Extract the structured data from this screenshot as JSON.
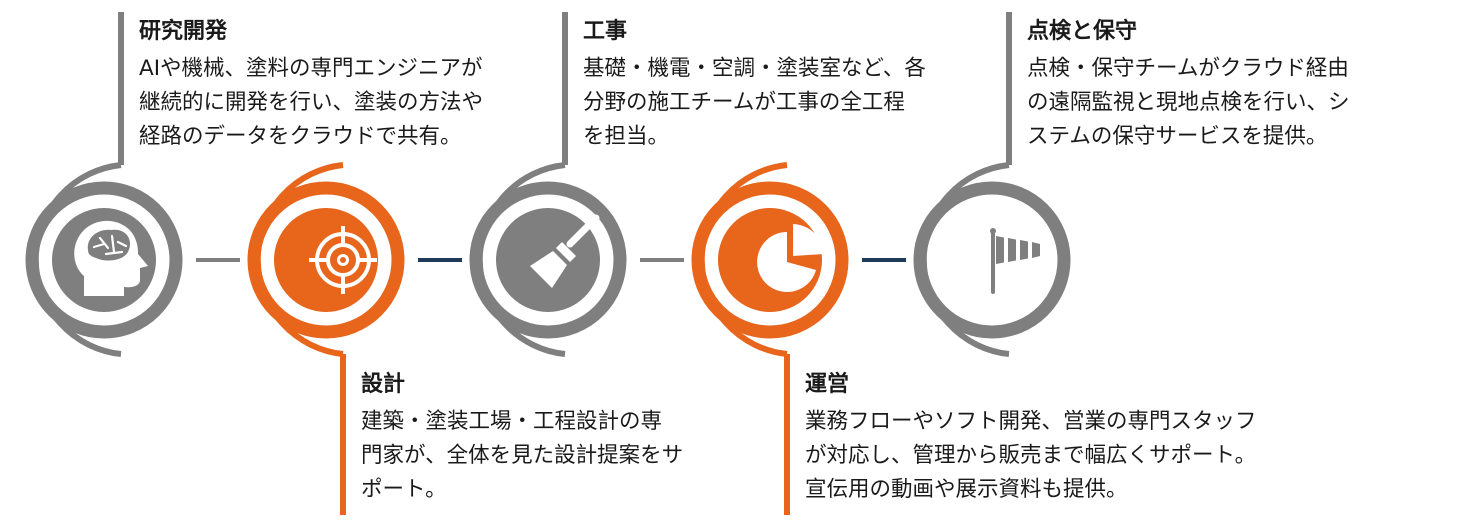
{
  "stages": [
    {
      "title": "研究開発",
      "desc": "AIや機械、塗料の専門エンジニアが\n継続的に開発を行い、塗装の方法や\n経路のデータをクラウドで共有。",
      "icon": "brain-head-icon",
      "color": "#7f7f7f"
    },
    {
      "title": "設計",
      "desc": "建築・塗装工場・工程設計の専\n門家が、全体を見た設計提案をサ\nポート。",
      "icon": "target-crosshair-icon",
      "color": "#e8651c"
    },
    {
      "title": "工事",
      "desc": "基礎・機電・空調・塗装室など、各\n分野の施工チームが工事の全工程\nを担当。",
      "icon": "paint-brush-icon",
      "color": "#7f7f7f"
    },
    {
      "title": "運営",
      "desc": "業務フローやソフト開発、営業の専門スタッフ\nが対応し、管理から販売まで幅広くサポート。\n宣伝用の動画や展示資料も提供。",
      "icon": "pie-chart-icon",
      "color": "#e8651c"
    },
    {
      "title": "点検と保守",
      "desc": "点検・保守チームがクラウド経由\nの遠隔監視と現地点検を行い、シ\nステムの保守サービスを提供。",
      "icon": "windsock-icon",
      "color": "#7f7f7f"
    }
  ],
  "connector_colors": [
    "#7f7f7f",
    "#1f3b57",
    "#7f7f7f",
    "#1f3b57"
  ]
}
